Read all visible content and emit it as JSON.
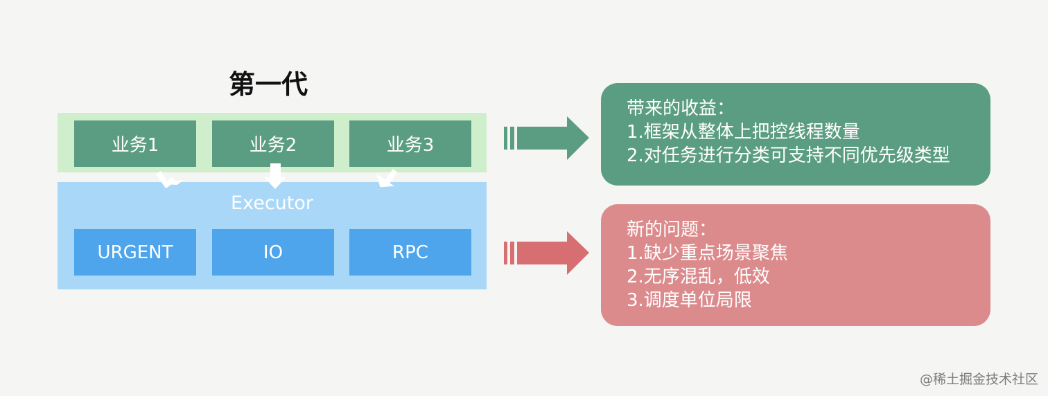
{
  "title": "第一代",
  "business": {
    "items": [
      "业务1",
      "业务2",
      "业务3"
    ]
  },
  "executor": {
    "label": "Executor",
    "queues": [
      "URGENT",
      "IO",
      "RPC"
    ]
  },
  "benefits": {
    "heading": "带来的收益：",
    "lines": [
      "1.框架从整体上把控线程数量",
      "2.对任务进行分类可支持不同优先级类型"
    ]
  },
  "problems": {
    "heading": "新的问题：",
    "lines": [
      "1.缺少重点场景聚焦",
      "2.无序混乱，低效",
      "3.调度单位局限"
    ]
  },
  "watermark": "@稀土掘金技术社区",
  "colors": {
    "green": "#5b9d83",
    "blue": "#4ea5ec",
    "light_green": "#cfeecb",
    "light_blue": "#a9d7f7",
    "pink": "#dc8b8d",
    "green_arrow": "#5b9d83",
    "red_arrow": "#d66e72"
  }
}
